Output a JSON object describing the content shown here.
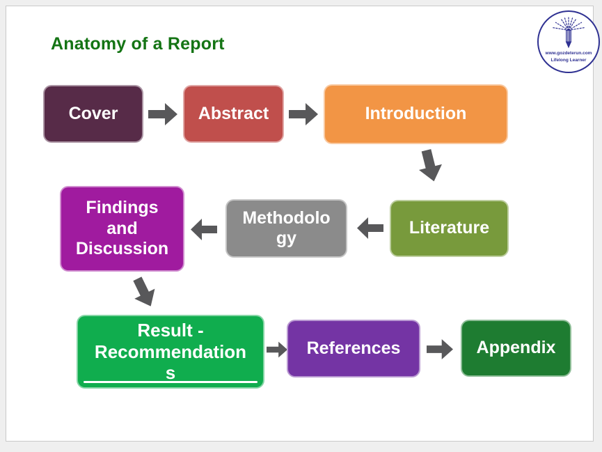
{
  "page": {
    "canvas_bg": "#efefef",
    "slide_bg": "#ffffff",
    "slide_border": "#c9c9c9"
  },
  "title": {
    "text": "Anatomy of a Report",
    "color": "#147414"
  },
  "logo": {
    "url_text": "www.gozdeterun.com",
    "tagline": "Lifelong Learner",
    "color": "#2f3192"
  },
  "diagram": {
    "arrow_color": "#58585a",
    "text_color": "#ffffff",
    "nodes": [
      {
        "id": "cover",
        "label": "Cover",
        "color": "#572b48"
      },
      {
        "id": "abstract",
        "label": "Abstract",
        "color": "#c04f4c"
      },
      {
        "id": "introduction",
        "label": "Introduction",
        "color": "#f29545"
      },
      {
        "id": "literature",
        "label": "Literature",
        "color": "#789a3c"
      },
      {
        "id": "methodology",
        "label": "Methodolo\ngy",
        "color": "#8b8b8b"
      },
      {
        "id": "findings",
        "label": "Findings\nand\nDiscussion",
        "color": "#a01b9f"
      },
      {
        "id": "result",
        "label": "Result -\nRecommendation\ns",
        "color": "#10ad4e"
      },
      {
        "id": "references",
        "label": "References",
        "color": "#7434a4"
      },
      {
        "id": "appendix",
        "label": "Appendix",
        "color": "#1e7c31"
      }
    ],
    "flow": [
      "Cover → Abstract",
      "Abstract → Introduction",
      "Introduction ↓ Literature",
      "Literature ← Methodology",
      "Methodology ← Findings and Discussion",
      "Findings and Discussion ↓ Result - Recommendations",
      "Result - Recommendations → References",
      "References → Appendix"
    ]
  }
}
